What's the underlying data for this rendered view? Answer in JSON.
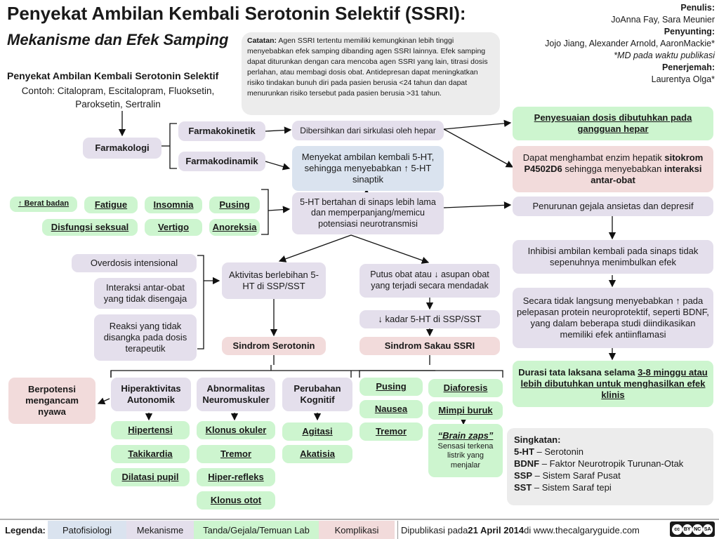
{
  "title": "Penyekat Ambilan Kembali Serotonin Selektif (SSRI):",
  "subtitle": "Mekanisme dan Efek Samping",
  "credits": {
    "author_label": "Penulis:",
    "authors": "JoAnna Fay, Sara Meunier",
    "editor_label": "Penyunting:",
    "editors": "Jojo Jiang, Alexander Arnold, AaronMackie*",
    "md_note": "*MD pada waktu publikasi",
    "translator_label": "Penerjemah:",
    "translator": "Laurentya Olga*"
  },
  "note": {
    "label": "Catatan:",
    "text": "Agen SSRI tertentu memiliki kemungkinan lebih tinggi menyebabkan efek samping dibanding agen SSRI lainnya. Efek samping dapat diturunkan dengan cara mencoba agen SSRI yang lain, titrasi dosis perlahan, atau membagi dosis obat.  Antidepresan dapat meningkatkan risiko tindakan bunuh diri pada pasien berusia <24 tahun dan dapat menurunkan risiko tersebut pada pasien berusia >31 tahun."
  },
  "drug": {
    "heading": "Penyekat Ambilan Kembali Serotonin Selektif",
    "examples": "Contoh: Citalopram, Escitalopram, Fluoksetin, Paroksetin, Sertralin"
  },
  "nodes": {
    "farmakologi": "Farmakologi",
    "farmakokinetik": "Farmakokinetik",
    "farmakodinamik": "Farmakodinamik",
    "dibersihkan": "Dibersihkan dari sirkulasi oleh hepar",
    "menyekat": "Menyekat ambilan kembali 5-HT, sehingga menyebabkan ↑ 5-HT sinaptik",
    "bertahan": "5-HT bertahan di sinaps lebih lama dan memperpanjang/memicu potensiasi neurotransmisi",
    "penyesuaian": "Penyesuaian dosis dibutuhkan pada gangguan hepar",
    "menghambat_pre": "Dapat menghambat enzim hepatik ",
    "menghambat_bold": "sitokrom P4502D6",
    "menghambat_mid": " sehingga menyebabkan ",
    "menghambat_bold2": "interaksi antar-obat",
    "penurunan": "Penurunan gejala ansietas dan depresif",
    "inhibisi": "Inhibisi ambilan kembali pada sinaps tidak sepenuhnya menimbulkan efek",
    "tidak_langsung": "Secara tidak langsung menyebabkan ↑ pada pelepasan protein neuroprotektif, seperti BDNF, yang dalam beberapa studi diindikasikan memiliki efek antiinflamasi",
    "durasi_pre": "Durasi tata laksana selama ",
    "durasi_u": "3-8 minggu atau lebih dibutuhkan untuk menghasilkan efek klinis",
    "berat_badan": "↑ Berat badan",
    "fatigue": "Fatigue",
    "insomnia": "Insomnia",
    "pusing_top": "Pusing",
    "disfungsi": "Disfungsi seksual",
    "vertigo": "Vertigo",
    "anoreksia": "Anoreksia",
    "overdosis": "Overdosis intensional",
    "interaksi": "Interaksi antar-obat yang tidak disengaja",
    "reaksi": "Reaksi yang tidak disangka pada dosis terapeutik",
    "aktivitas": "Aktivitas berlebihan 5-HT di SSP/SST",
    "putus": "Putus obat atau ↓ asupan obat yang terjadi secara mendadak",
    "kadar": "↓ kadar 5-HT di SSP/SST",
    "sindrom_serotonin": "Sindrom Serotonin",
    "sindrom_sakau": "Sindrom Sakau SSRI",
    "berpotensi": "Berpotensi mengancam nyawa",
    "hiperaktivitas": "Hiperaktivitas Autonomik",
    "abnormalitas": "Abnormalitas Neuromuskuler",
    "perubahan": "Perubahan Kognitif",
    "hipertensi": "Hipertensi",
    "takikardia": "Takikardia",
    "dilatasi": "Dilatasi pupil",
    "klonus_okuler": "Klonus okuler",
    "tremor1": "Tremor",
    "hiper_refleks": "Hiper-refleks",
    "klonus_otot": "Klonus otot",
    "agitasi": "Agitasi",
    "akatisia": "Akatisia",
    "pusing2": "Pusing",
    "nausea": "Nausea",
    "tremor2": "Tremor",
    "diaforesis": "Diaforesis",
    "mimpi": "Mimpi buruk",
    "brain_zaps": "“Brain zaps”",
    "brain_zaps_desc": "Sensasi terkena listrik yang menjalar"
  },
  "abbreviations": {
    "heading": "Singkatan:",
    "items": [
      {
        "key": "5-HT",
        "value": " – Serotonin"
      },
      {
        "key": "BDNF",
        "value": " – Faktor Neurotropik Turunan-Otak"
      },
      {
        "key": "SSP",
        "value": " – Sistem Saraf Pusat"
      },
      {
        "key": "SST",
        "value": " – Sistem Saraf tepi"
      }
    ]
  },
  "legend": {
    "label": "Legenda:",
    "items": [
      "Patofisiologi",
      "Mekanisme",
      "Tanda/Gejala/Temuan Lab",
      "Komplikasi"
    ],
    "colors": [
      "#dae3ef",
      "#e4dfec",
      "#cdf5cf",
      "#f2dbdb"
    ]
  },
  "footer": {
    "published_pre": "Dipublikasi pada ",
    "published_date": "21 April 2014",
    "published_post": " di www.thecalgaryguide.com"
  },
  "license": {
    "cc": "cc",
    "by": "BY",
    "nc": "NC",
    "sa": "SA"
  }
}
